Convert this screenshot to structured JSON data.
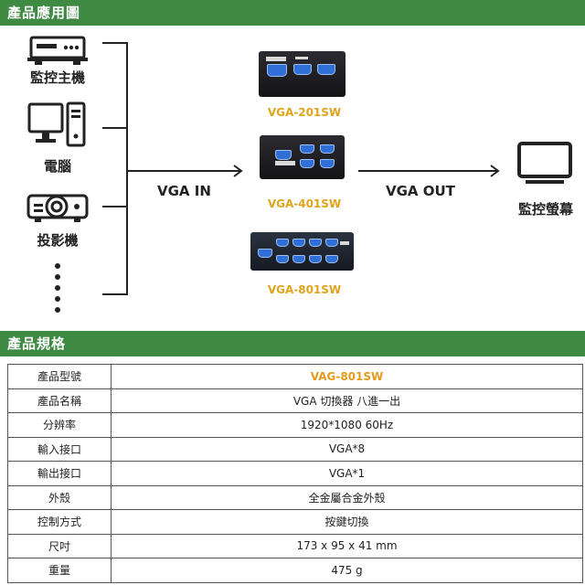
{
  "section1": {
    "title": "產品應用圖"
  },
  "sources": [
    {
      "label": "監控主機",
      "icon": "dvr-icon"
    },
    {
      "label": "電腦",
      "icon": "computer-icon"
    },
    {
      "label": "投影機",
      "icon": "projector-icon"
    }
  ],
  "flow": {
    "in_label": "VGA IN",
    "out_label": "VGA OUT"
  },
  "devices": [
    {
      "model": "VGA-201SW"
    },
    {
      "model": "VGA-401SW"
    },
    {
      "model": "VGA-801SW"
    }
  ],
  "output": {
    "label": "監控螢幕",
    "icon": "monitor-icon"
  },
  "section2": {
    "title": "產品規格"
  },
  "specs": [
    {
      "key": "產品型號",
      "value": "VAG-801SW",
      "accent": true
    },
    {
      "key": "產品名稱",
      "value": "VGA 切換器 八進一出"
    },
    {
      "key": "分辨率",
      "value": "1920*1080 60Hz"
    },
    {
      "key": "輸入接口",
      "value": "VGA*8"
    },
    {
      "key": "輸出接口",
      "value": "VGA*1"
    },
    {
      "key": "外殼",
      "value": "全金屬合金外殼"
    },
    {
      "key": "控制方式",
      "value": "按鍵切換"
    },
    {
      "key": "尺吋",
      "value": "173 x 95 x 41 mm"
    },
    {
      "key": "重量",
      "value": "475 g"
    }
  ],
  "colors": {
    "accent_green": "#3e8a43",
    "model_orange": "#e0a31c",
    "port_blue": "#2f6fd6"
  }
}
